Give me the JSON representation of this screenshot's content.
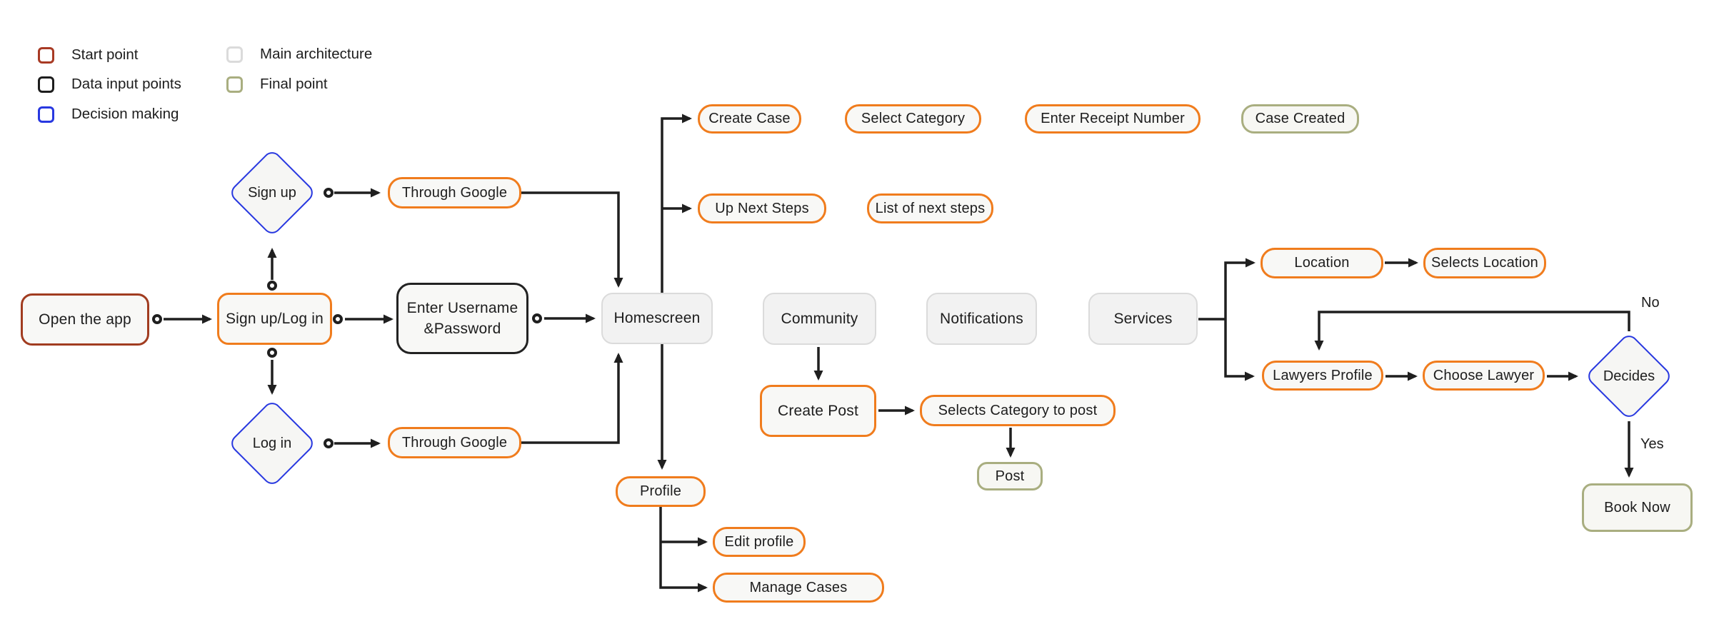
{
  "legend": {
    "items": [
      {
        "label": "Start point",
        "color": "#A83A24"
      },
      {
        "label": "Data input points",
        "color": "#1D1D1D"
      },
      {
        "label": "Decision making",
        "color": "#2838E0"
      },
      {
        "label": "Main architecture",
        "color": "#DBDBDB"
      },
      {
        "label": "Final point",
        "color": "#A9AE80"
      }
    ]
  },
  "nodes": {
    "open_app": {
      "label": "Open the app",
      "type": "start"
    },
    "signup_login": {
      "label": "Sign up/Log in",
      "type": "action"
    },
    "signup": {
      "label": "Sign up",
      "type": "decision"
    },
    "login": {
      "label": "Log in",
      "type": "decision"
    },
    "through_google_signup": {
      "label": "Through Google",
      "type": "action"
    },
    "through_google_login": {
      "label": "Through Google",
      "type": "action"
    },
    "enter_credentials": {
      "line1": "Enter Username",
      "line2": "&Password",
      "type": "data-input"
    },
    "homescreen": {
      "label": "Homescreen",
      "type": "main"
    },
    "community": {
      "label": "Community",
      "type": "main"
    },
    "notifications": {
      "label": "Notifications",
      "type": "main"
    },
    "services": {
      "label": "Services",
      "type": "main"
    },
    "create_case": {
      "label": "Create Case",
      "type": "action"
    },
    "select_category": {
      "label": "Select Category",
      "type": "action"
    },
    "enter_receipt_number": {
      "label": "Enter Receipt Number",
      "type": "action"
    },
    "case_created": {
      "label": "Case Created",
      "type": "final"
    },
    "up_next_steps": {
      "label": "Up Next Steps",
      "type": "action"
    },
    "list_of_next_steps": {
      "label": "List of next steps",
      "type": "action"
    },
    "profile": {
      "label": "Profile",
      "type": "action"
    },
    "edit_profile": {
      "label": "Edit profile",
      "type": "action"
    },
    "manage_cases": {
      "label": "Manage Cases",
      "type": "action"
    },
    "create_post": {
      "label": "Create Post",
      "type": "action"
    },
    "selects_category_to_post": {
      "label": "Selects Category to post",
      "type": "action"
    },
    "post": {
      "label": "Post",
      "type": "final"
    },
    "location": {
      "label": "Location",
      "type": "action"
    },
    "selects_location": {
      "label": "Selects Location",
      "type": "action"
    },
    "lawyers_profile": {
      "label": "Lawyers Profile",
      "type": "action"
    },
    "choose_lawyer": {
      "label": "Choose Lawyer",
      "type": "action"
    },
    "decides": {
      "label": "Decides",
      "type": "decision"
    },
    "book_now": {
      "label": "Book Now",
      "type": "final"
    }
  },
  "edge_labels": {
    "no": "No",
    "yes": "Yes"
  },
  "colors": {
    "background": "#FFFFFF",
    "action_border": "#F07C1D",
    "start_border": "#A13C20",
    "data_input_border": "#222222",
    "decision_border": "#2838E0",
    "main_border": "#DBDBDB",
    "final_border": "#A9AE80",
    "arrow": "#1F1F1F",
    "node_fill": "#F8F8F6",
    "main_fill": "#F2F2F2",
    "text": "#1D1D1D"
  }
}
